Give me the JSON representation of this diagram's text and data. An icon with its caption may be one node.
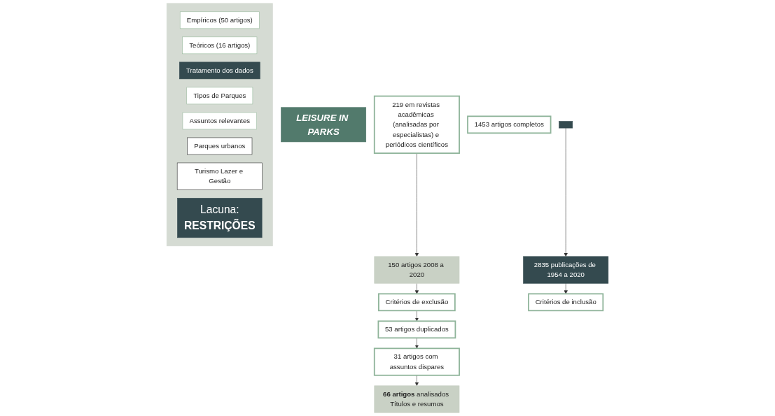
{
  "diagram": {
    "nodes": [
      {
        "text": [
          "LEISURE IN PARKS"
        ]
      },
      {
        "text": [
          "Critérios de exclusão"
        ]
      },
      {
        "text": [
          "53 artigos duplicados"
        ]
      },
      {
        "text": [
          "31 artigos com assuntos dispares"
        ]
      },
      {
        "text": [],
        "shape": "box"
      },
      {
        "text": [
          "2835 publicações de 1954 a 2020"
        ]
      },
      {
        "text": [
          "150 artigos 2008 a 2020"
        ]
      },
      {
        "text": [
          "**66 artigos** analisados Títulos e resumos"
        ]
      },
      {
        "text": [
          "Critérios de inclusão"
        ]
      },
      {
        "text": [
          "1453 artigos completos"
        ]
      },
      {
        "text": [
          "219 em revistas acadêmicas (analisadas por especialistas) e periódicos científicos"
        ]
      },
      {
        "text": [],
        "shape": "box"
      },
      {
        "text": [
          "Empíricos (50 artigos)"
        ],
        "in": 11
      },
      {
        "text": [
          "Teóricos (16 artigos)"
        ],
        "in": 11
      },
      {
        "text": [
          "Tratamento dos dados"
        ],
        "in": 11
      },
      {
        "text": [
          "Tipos de Parques"
        ],
        "in": 11
      },
      {
        "text": [
          "Assuntos relevantes"
        ],
        "in": 11
      },
      {
        "text": [
          "Parques urbanos"
        ],
        "in": 11
      },
      {
        "text": [
          "Turismo Lazer e Gestão"
        ],
        "in": 11
      },
      {
        "text": [
          "Lacuna:",
          "**RESTRIÇÕES**"
        ],
        "in": 11
      }
    ],
    "edges": [
      {
        "from": 1,
        "to": 2,
        "arrow": "to"
      },
      {
        "from": 2,
        "to": 3,
        "arrow": "to"
      },
      {
        "from": 4,
        "to": 5,
        "arrow": "to"
      },
      {
        "from": 6,
        "to": 1,
        "arrow": "to"
      },
      {
        "from": 3,
        "to": 7,
        "arrow": "to"
      },
      {
        "from": 5,
        "to": 8,
        "arrow": "to"
      },
      {
        "from": 10,
        "to": 6,
        "arrow": "to"
      }
    ]
  }
}
